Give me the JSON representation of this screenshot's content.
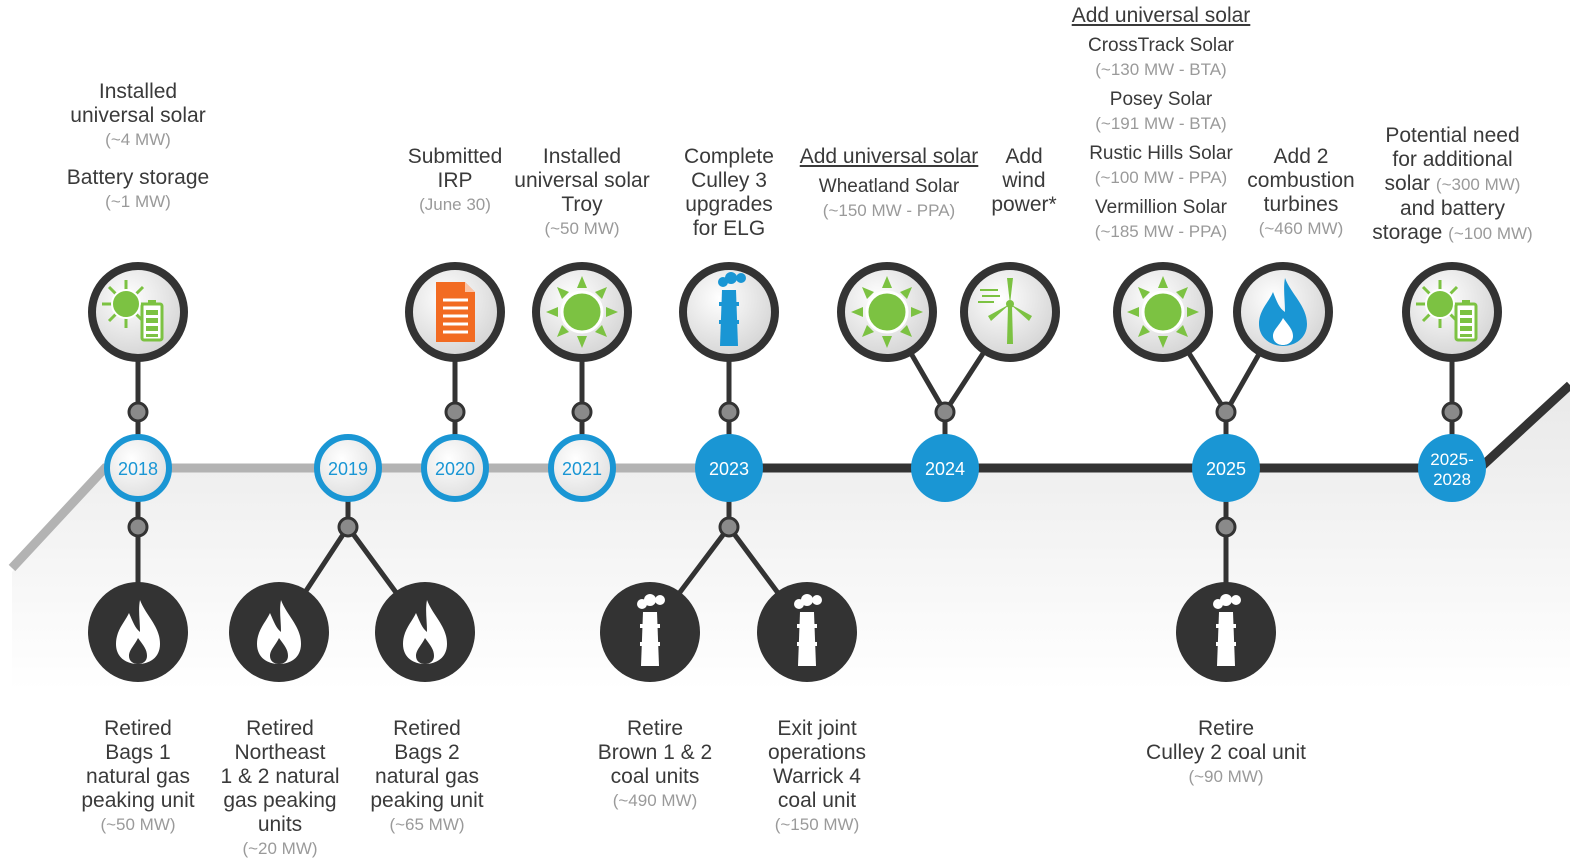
{
  "years": {
    "y2018": "2018",
    "y2019": "2019",
    "y2020": "2020",
    "y2021": "2021",
    "y2023": "2023",
    "y2024": "2024",
    "y2025": "2025",
    "y2025_2028_a": "2025-",
    "y2025_2028_b": "2028"
  },
  "top": {
    "t2018": {
      "l1": "Installed",
      "l2": "universal solar",
      "s1": "(~4 MW)",
      "l3": "Battery storage",
      "s2": "(~1 MW)"
    },
    "t2020": {
      "l1": "Submitted",
      "l2": "IRP",
      "s1": "(June 30)"
    },
    "t2021": {
      "l1": "Installed",
      "l2": "universal solar",
      "l3": "Troy",
      "s1": "(~50 MW)"
    },
    "t2023": {
      "l1": "Complete",
      "l2": "Culley 3",
      "l3": "upgrades",
      "l4": "for ELG"
    },
    "t2024_solar": {
      "head": "Add universal solar",
      "l1": "Wheatland Solar",
      "s1": "(~150 MW - PPA)"
    },
    "t2024_wind": {
      "l1": "Add",
      "l2": "wind",
      "l3": "power*"
    },
    "t2025_solar": {
      "head": "Add universal solar",
      "p1": "CrossTrack Solar",
      "p1s": "(~130 MW - BTA)",
      "p2": "Posey Solar",
      "p2s": "(~191 MW - BTA)",
      "p3": "Rustic Hills Solar",
      "p3s": "(~100 MW - PPA)",
      "p4": "Vermillion Solar",
      "p4s": "(~185 MW - PPA)"
    },
    "t2025_turbines": {
      "l1": "Add 2",
      "l2": "combustion",
      "l3": "turbines",
      "s1": "(~460 MW)"
    },
    "t2028": {
      "l1": "Potential need",
      "l2": "for additional",
      "l3a": "solar",
      "l3s": "(~300 MW)",
      "l4": "and battery",
      "l5a": "storage",
      "l5s": "(~100 MW)"
    }
  },
  "bottom": {
    "b2018": {
      "l1": "Retired",
      "l2": "Bags 1",
      "l3": "natural gas",
      "l4": "peaking unit",
      "s1": "(~50 MW)"
    },
    "b2019": {
      "l1": "Retired",
      "l2": "Northeast",
      "l3": "1 & 2 natural",
      "l4": "gas peaking",
      "l5": "units",
      "s1": "(~20 MW)"
    },
    "b2019b": {
      "l1": "Retired",
      "l2": "Bags 2",
      "l3": "natural gas",
      "l4": "peaking unit",
      "s1": "(~65 MW)"
    },
    "b2023": {
      "l1": "Retire",
      "l2": "Brown 1 & 2",
      "l3": "coal units",
      "s1": "(~490 MW)"
    },
    "b2023b": {
      "l1": "Exit joint",
      "l2": "operations",
      "l3": "Warrick 4",
      "l4": "coal unit",
      "s1": "(~150 MW)"
    },
    "b2025": {
      "l1": "Retire",
      "l2": "Culley 2 coal unit",
      "s1": "(~90 MW)"
    }
  },
  "icons": {
    "top": [
      "solar-battery",
      "document",
      "sun",
      "smokestack",
      "sun",
      "wind-turbine",
      "sun",
      "gas-flame",
      "solar-battery"
    ],
    "bottom": [
      "gas-flame",
      "gas-flame",
      "gas-flame",
      "smokestack",
      "smokestack",
      "smokestack"
    ]
  },
  "colors": {
    "blue": "#1a96d4",
    "green": "#7cc242",
    "orange": "#f26b22",
    "dark": "#333333",
    "grey_line": "#b3b3b3"
  }
}
